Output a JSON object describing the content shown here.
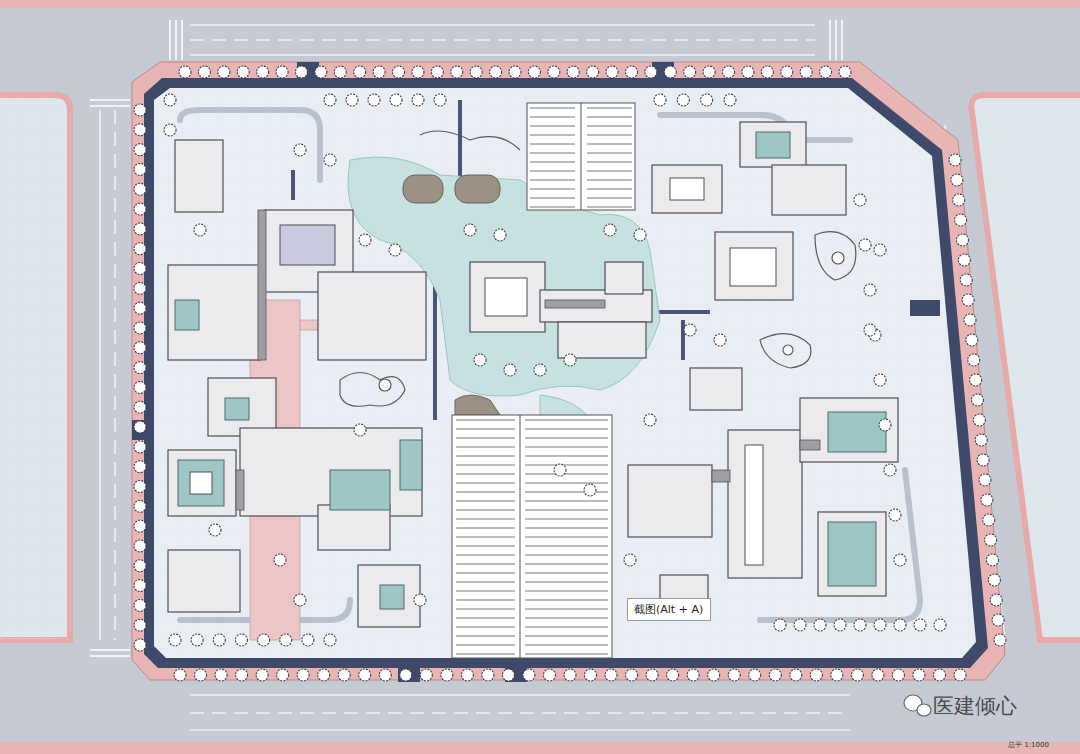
{
  "diagram": {
    "nodes": [
      {
        "text": [
          "截图(Alt + A)"
        ]
      }
    ],
    "labels": [
      "医建倾心",
      "总平 1:1000"
    ]
  }
}
